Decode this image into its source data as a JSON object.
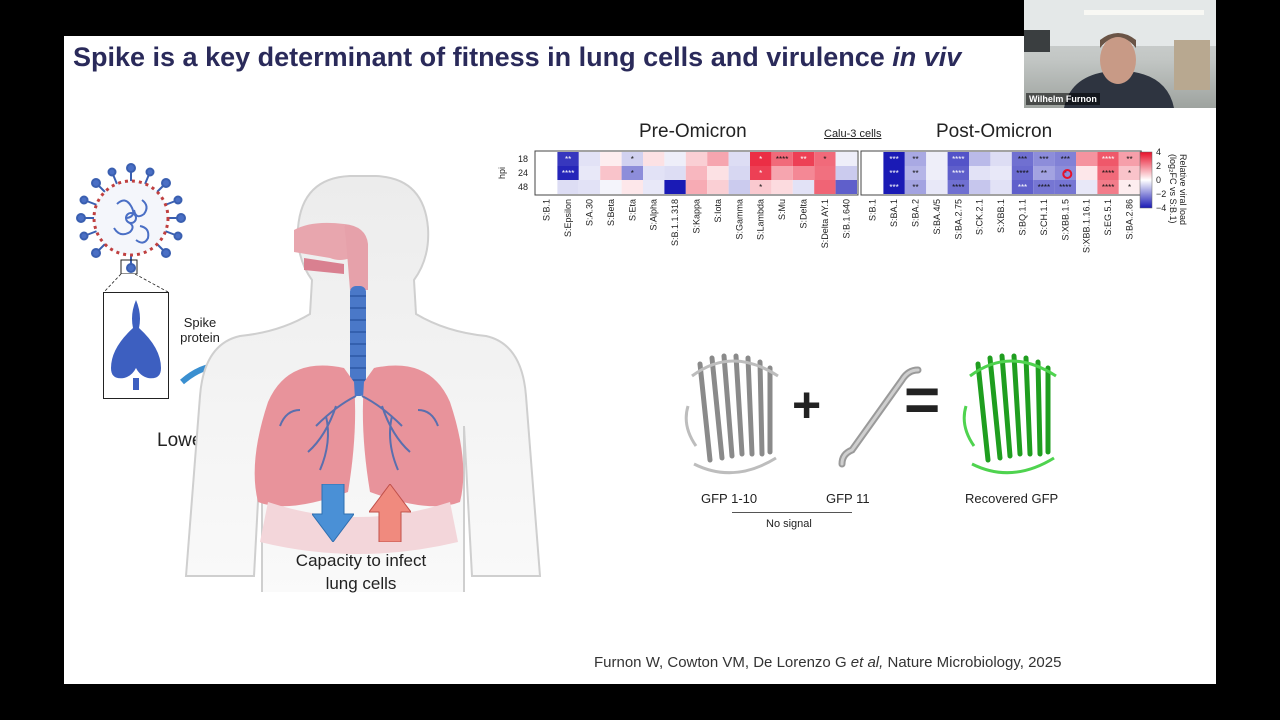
{
  "slide": {
    "title_main": "Spike is a key determinant of fitness in lung cells and virulence ",
    "title_italic": "in viv",
    "spike_label_1": "Spike",
    "spike_label_2": "protein",
    "lower_airway": "Lower airway",
    "capacity_1": "Capacity to infect",
    "capacity_2": "lung cells",
    "pre_omicron": "Pre-Omicron",
    "post_omicron": "Post-Omicron",
    "calu_label": "Calu-3 cells",
    "hpi_label": "hpi",
    "hpi_rows": [
      "18",
      "24",
      "48"
    ],
    "pre_variants": [
      "S:B.1",
      "S:Epsilon",
      "S:A.30",
      "S:Beta",
      "S:Eta",
      "S:Alpha",
      "S:B.1.1.318",
      "S:Kappa",
      "S:Iota",
      "S:Gamma",
      "S:Lambda",
      "S:Mu",
      "S:Delta",
      "S:Delta AY.1",
      "S:B.1.640"
    ],
    "post_variants": [
      "S:B.1",
      "S:BA.1",
      "S:BA.2",
      "S:BA.4/5",
      "S:BA.2.75",
      "S:CK.2.1",
      "S:XBB.1",
      "S:BQ.1.1",
      "S:CH.1.1",
      "S:XBB.1.5",
      "S:XBB.1.16.1",
      "S:EG.5.1",
      "S:BA.2.86"
    ],
    "pre_values": [
      [
        0,
        -3.5,
        -0.5,
        0.3,
        -0.8,
        0.5,
        -0.3,
        0.8,
        1.5,
        -0.6,
        3.5,
        2.5,
        3.2,
        2.5,
        -0.3
      ],
      [
        0,
        -3.8,
        -0.4,
        1.0,
        -2.0,
        -0.5,
        -0.6,
        1.2,
        0.5,
        -0.7,
        3.2,
        1.5,
        2.0,
        2.4,
        -0.9
      ],
      [
        0,
        -0.6,
        -0.5,
        -0.2,
        0.4,
        -0.4,
        -4.0,
        1.4,
        0.8,
        -0.9,
        0.9,
        0.6,
        -0.5,
        2.6,
        -2.8
      ]
    ],
    "post_values": [
      [
        0,
        -4.0,
        -1.5,
        -0.3,
        -3.0,
        -1.2,
        -0.6,
        -2.5,
        -2.0,
        -2.2,
        1.8,
        2.8,
        1.6
      ],
      [
        0,
        -4.0,
        -1.3,
        -0.3,
        -2.8,
        -0.5,
        -0.4,
        -2.6,
        -1.6,
        -2.0,
        0.4,
        2.5,
        1.0
      ],
      [
        0,
        -4.0,
        -1.6,
        -0.4,
        -2.5,
        -1.0,
        -0.5,
        -2.8,
        -2.4,
        -2.4,
        -0.4,
        2.2,
        0.3
      ]
    ],
    "pre_stars": [
      [
        "",
        "**",
        "",
        "",
        "*",
        "",
        "",
        "",
        "",
        "",
        "*",
        "****",
        "**",
        "*",
        ""
      ],
      [
        "",
        "****",
        "",
        "",
        "*",
        "",
        "",
        "",
        "",
        "",
        "*",
        "",
        "",
        "",
        ""
      ],
      [
        "",
        "",
        "",
        "",
        "",
        "",
        "",
        "",
        "",
        "",
        "*",
        "",
        "",
        "",
        ""
      ]
    ],
    "post_stars": [
      [
        "",
        "***",
        "**",
        "",
        "****",
        "",
        "",
        "***",
        "***",
        "***",
        "",
        "****",
        "**"
      ],
      [
        "",
        "***",
        "**",
        "",
        "****",
        "",
        "",
        "****",
        "**",
        "*",
        "",
        "****",
        "*"
      ],
      [
        "",
        "***",
        "**",
        "",
        "****",
        "",
        "",
        "***",
        "****",
        "****",
        "",
        "****",
        "*"
      ]
    ],
    "colorbar_ticks": [
      "4",
      "2",
      "0",
      "−2",
      "−4"
    ],
    "colorbar_title_1": "Relative viral load",
    "colorbar_title_2": "(log₂FC vs S:B.1)",
    "heat_colors": {
      "low": "#1a1ab5",
      "mid": "#ffffff",
      "high": "#e8102a"
    },
    "plus_sign": "+",
    "equals_sign": "=",
    "gfp_1_10": "GFP 1-10",
    "gfp_11": "GFP 11",
    "no_signal": "No signal",
    "recovered_gfp": "Recovered GFP",
    "citation_prefix": "Furnon W, Cowton VM, De Lorenzo G ",
    "citation_etal": "et al,",
    "citation_suffix": " Nature Microbiology, 2025"
  },
  "webcam": {
    "speaker_name": "Wilhelm Furnon"
  }
}
